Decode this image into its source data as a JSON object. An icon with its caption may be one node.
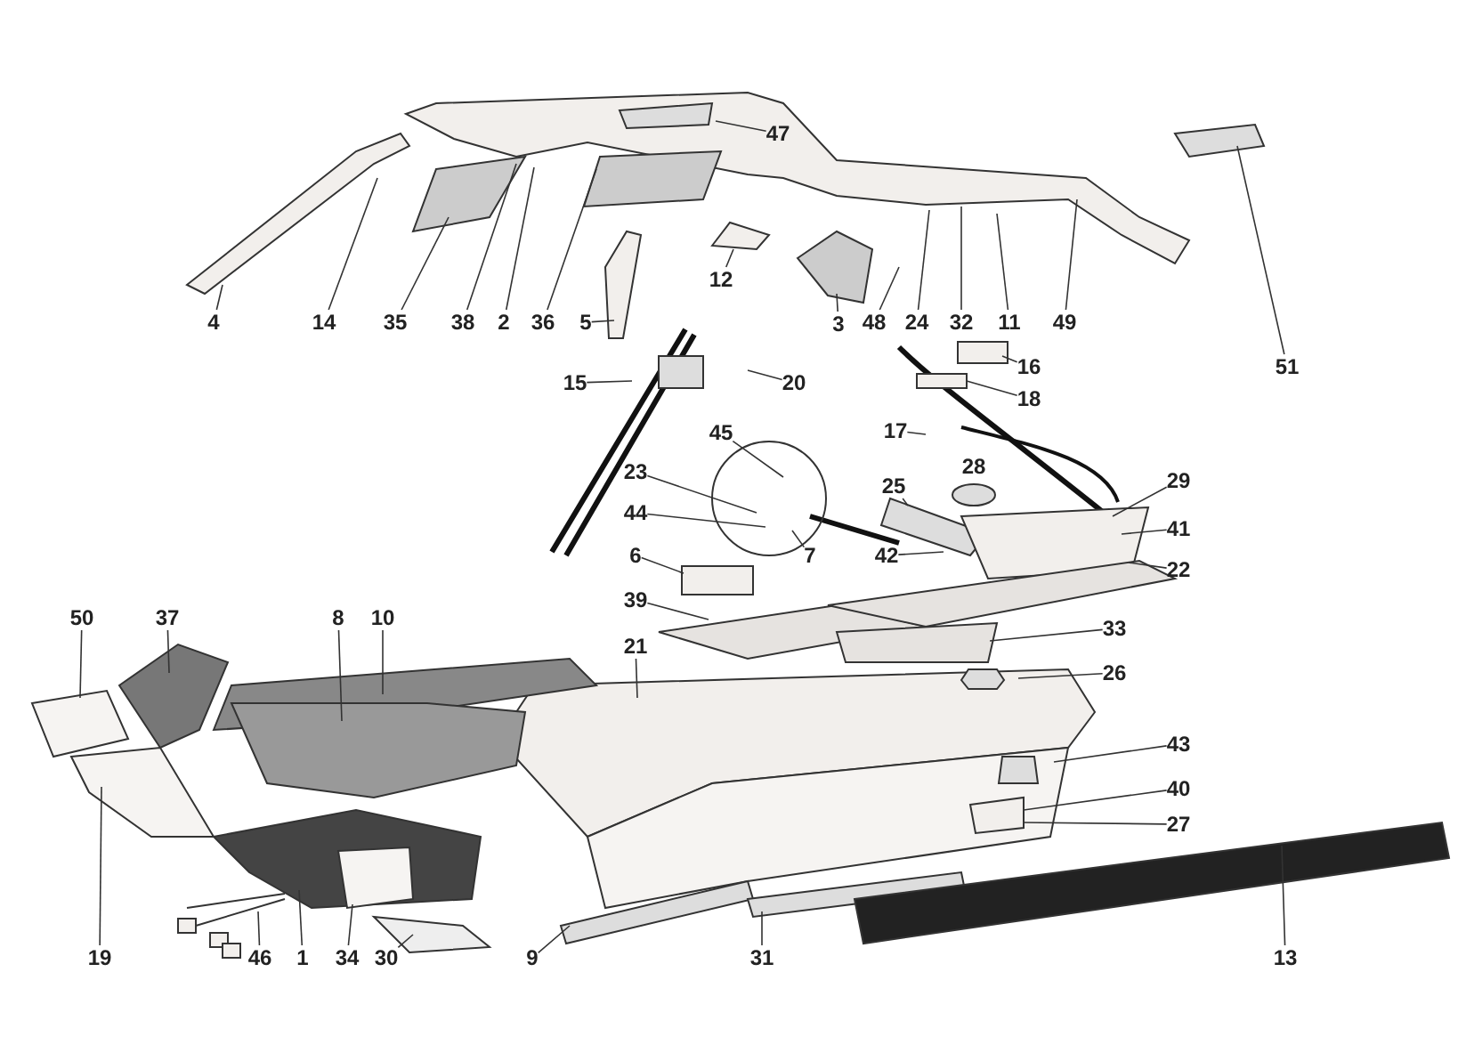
{
  "diagram": {
    "nodes": [
      {
        "text": [
          "47"
        ]
      },
      {
        "text": [
          "4"
        ]
      },
      {
        "text": [
          "14"
        ]
      },
      {
        "text": [
          "35"
        ]
      },
      {
        "text": [
          "38"
        ]
      },
      {
        "text": [
          "2"
        ]
      },
      {
        "text": [
          "36"
        ]
      },
      {
        "text": [
          "5"
        ]
      },
      {
        "text": [
          "12"
        ]
      },
      {
        "text": [
          "3"
        ]
      },
      {
        "text": [
          "48"
        ]
      },
      {
        "text": [
          "24"
        ]
      },
      {
        "text": [
          "32"
        ]
      },
      {
        "text": [
          "11"
        ]
      },
      {
        "text": [
          "49"
        ]
      },
      {
        "text": [
          "51"
        ]
      },
      {
        "text": [
          "16"
        ]
      },
      {
        "text": [
          "18"
        ]
      },
      {
        "text": [
          "15"
        ]
      },
      {
        "text": [
          "20"
        ]
      },
      {
        "text": [
          "17"
        ]
      },
      {
        "text": [
          "45"
        ]
      },
      {
        "text": [
          "28"
        ]
      },
      {
        "text": [
          "23"
        ]
      },
      {
        "text": [
          "25"
        ]
      },
      {
        "text": [
          "29"
        ]
      },
      {
        "text": [
          "44"
        ]
      },
      {
        "text": [
          "41"
        ]
      },
      {
        "text": [
          "6"
        ]
      },
      {
        "text": [
          "7"
        ]
      },
      {
        "text": [
          "42"
        ]
      },
      {
        "text": [
          "22"
        ]
      },
      {
        "text": [
          "39"
        ]
      },
      {
        "text": [
          "33"
        ]
      },
      {
        "text": [
          "21"
        ]
      },
      {
        "text": [
          "26"
        ]
      },
      {
        "text": [
          "37"
        ]
      },
      {
        "text": [
          "50"
        ]
      },
      {
        "text": [
          "8"
        ]
      },
      {
        "text": [
          "10"
        ]
      },
      {
        "text": [
          "43"
        ]
      },
      {
        "text": [
          "40"
        ]
      },
      {
        "text": [
          "27"
        ]
      },
      {
        "text": [
          "19"
        ]
      },
      {
        "text": [
          "46"
        ]
      },
      {
        "text": [
          "1"
        ]
      },
      {
        "text": [
          "34"
        ]
      },
      {
        "text": [
          "30"
        ]
      },
      {
        "text": [
          "9"
        ]
      },
      {
        "text": [
          "31"
        ]
      },
      {
        "text": [
          "13"
        ]
      }
    ],
    "edges": [
      {
        "from": 0,
        "to": null,
        "arrow": "none"
      },
      {
        "from": 1,
        "to": null,
        "arrow": "none"
      },
      {
        "from": 2,
        "to": null,
        "arrow": "none"
      },
      {
        "from": 3,
        "to": null,
        "arrow": "none"
      },
      {
        "from": 4,
        "to": null,
        "arrow": "none"
      },
      {
        "from": 5,
        "to": null,
        "arrow": "none"
      },
      {
        "from": 6,
        "to": null,
        "arrow": "none"
      },
      {
        "from": 7,
        "to": null,
        "arrow": "none"
      },
      {
        "from": 8,
        "to": null,
        "arrow": "none"
      },
      {
        "from": 9,
        "to": null,
        "arrow": "none"
      },
      {
        "from": 10,
        "to": null,
        "arrow": "none"
      },
      {
        "from": 11,
        "to": null,
        "arrow": "none"
      },
      {
        "from": 12,
        "to": null,
        "arrow": "none"
      },
      {
        "from": 13,
        "to": null,
        "arrow": "none"
      },
      {
        "from": 14,
        "to": null,
        "arrow": "none"
      },
      {
        "from": 15,
        "to": null,
        "arrow": "none"
      },
      {
        "from": 16,
        "to": null,
        "arrow": "none"
      },
      {
        "from": 17,
        "to": null,
        "arrow": "none"
      },
      {
        "from": 18,
        "to": null,
        "arrow": "none"
      },
      {
        "from": 19,
        "to": null,
        "arrow": "none"
      },
      {
        "from": 20,
        "to": null,
        "arrow": "none"
      },
      {
        "from": 21,
        "to": null,
        "arrow": "none"
      },
      {
        "from": 23,
        "to": null,
        "arrow": "none"
      },
      {
        "from": 24,
        "to": null,
        "arrow": "none"
      },
      {
        "from": 25,
        "to": null,
        "arrow": "none"
      },
      {
        "from": 26,
        "to": null,
        "arrow": "none"
      },
      {
        "from": 27,
        "to": null,
        "arrow": "none"
      },
      {
        "from": 28,
        "to": null,
        "arrow": "none"
      },
      {
        "from": 29,
        "to": null,
        "arrow": "none"
      },
      {
        "from": 30,
        "to": null,
        "arrow": "none"
      },
      {
        "from": 31,
        "to": null,
        "arrow": "none"
      },
      {
        "from": 32,
        "to": null,
        "arrow": "none"
      },
      {
        "from": 33,
        "to": null,
        "arrow": "none"
      },
      {
        "from": 34,
        "to": null,
        "arrow": "none"
      },
      {
        "from": 35,
        "to": null,
        "arrow": "none"
      },
      {
        "from": 36,
        "to": null,
        "arrow": "none"
      },
      {
        "from": 37,
        "to": null,
        "arrow": "none"
      },
      {
        "from": 38,
        "to": null,
        "arrow": "none"
      },
      {
        "from": 39,
        "to": null,
        "arrow": "none"
      },
      {
        "from": 40,
        "to": null,
        "arrow": "none"
      },
      {
        "from": 41,
        "to": null,
        "arrow": "none"
      },
      {
        "from": 42,
        "to": null,
        "arrow": "none"
      },
      {
        "from": 43,
        "to": null,
        "arrow": "none"
      },
      {
        "from": 44,
        "to": null,
        "arrow": "none"
      },
      {
        "from": 45,
        "to": null,
        "arrow": "none"
      },
      {
        "from": 46,
        "to": null,
        "arrow": "none"
      },
      {
        "from": 47,
        "to": null,
        "arrow": "none"
      },
      {
        "from": 48,
        "to": null,
        "arrow": "none"
      },
      {
        "from": 49,
        "to": null,
        "arrow": "none"
      },
      {
        "from": 50,
        "to": null,
        "arrow": "none"
      }
    ]
  }
}
